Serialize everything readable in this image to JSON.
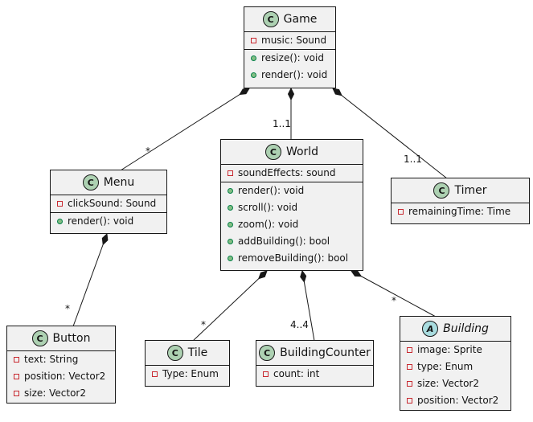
{
  "diagram": {
    "type": "uml-class-diagram",
    "classes": {
      "game": {
        "stereotype": "C",
        "name": "Game",
        "fields": [
          "music: Sound"
        ],
        "methods": [
          "resize(): void",
          "render(): void"
        ]
      },
      "menu": {
        "stereotype": "C",
        "name": "Menu",
        "fields": [
          "clickSound: Sound"
        ],
        "methods": [
          "render(): void"
        ]
      },
      "world": {
        "stereotype": "C",
        "name": "World",
        "fields": [
          "soundEffects: sound"
        ],
        "methods": [
          "render(): void",
          "scroll(): void",
          "zoom(): void",
          "addBuilding(): bool",
          "removeBuilding(): bool"
        ]
      },
      "timer": {
        "stereotype": "C",
        "name": "Timer",
        "fields": [
          "remainingTime: Time"
        ]
      },
      "button": {
        "stereotype": "C",
        "name": "Button",
        "fields": [
          "text: String",
          "position: Vector2",
          "size: Vector2"
        ]
      },
      "tile": {
        "stereotype": "C",
        "name": "Tile",
        "fields": [
          "Type: Enum"
        ]
      },
      "building_counter": {
        "stereotype": "C",
        "name": "BuildingCounter",
        "fields": [
          "count: int"
        ]
      },
      "building": {
        "stereotype": "A",
        "name": "Building",
        "abstract": true,
        "fields": [
          "image: Sprite",
          "type: Enum",
          "size: Vector2",
          "position: Vector2"
        ]
      }
    },
    "edges": [
      {
        "from": "Game",
        "to": "Menu",
        "type": "composition",
        "label": "*"
      },
      {
        "from": "Game",
        "to": "World",
        "type": "composition",
        "label": "1..1"
      },
      {
        "from": "Game",
        "to": "Timer",
        "type": "composition",
        "label": "1..1"
      },
      {
        "from": "Menu",
        "to": "Button",
        "type": "composition",
        "label": "*"
      },
      {
        "from": "World",
        "to": "Tile",
        "type": "composition",
        "label": "*"
      },
      {
        "from": "World",
        "to": "BuildingCounter",
        "type": "composition",
        "label": "4..4"
      },
      {
        "from": "World",
        "to": "Building",
        "type": "composition",
        "label": "*"
      }
    ],
    "colors": {
      "class_fill": "#F1F1F1",
      "class_border": "#181818",
      "class_circle": "#ADD1B2",
      "abstract_circle": "#A9DCDF",
      "private_icon": "#C82930",
      "public_icon": "#84BE84",
      "edge": "#181818"
    }
  }
}
